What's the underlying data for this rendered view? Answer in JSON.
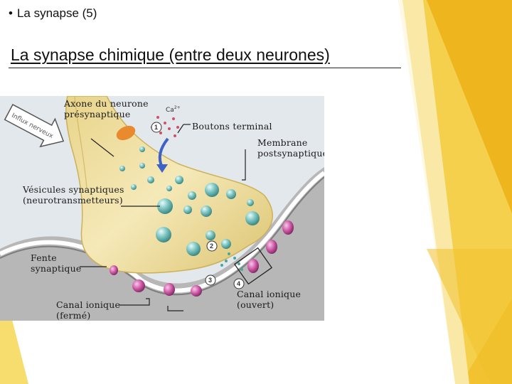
{
  "slide": {
    "bullet": "•",
    "heading": "La synapse (5)",
    "title": "La synapse chimique (entre deux neurones)"
  },
  "figure": {
    "labels": {
      "axone": [
        "Axone du neurone",
        "présynaptique"
      ],
      "boutons": "Boutons terminal",
      "membrane": [
        "Membrane",
        "postsynaptique"
      ],
      "vesicules": [
        "Vésicules synaptiques",
        "(neurotransmetteurs)"
      ],
      "fente": [
        "Fente",
        "synaptique"
      ],
      "canal_ferme": [
        "Canal ionique",
        "(fermé)"
      ],
      "canal_ouvert": [
        "Canal ionique",
        "(ouvert)"
      ]
    },
    "arrow_text": "Influx nerveux",
    "ion": "Ca",
    "ion_charge": "2+",
    "steps": [
      "1",
      "2",
      "3",
      "4"
    ]
  },
  "colors": {
    "accent_yellow": "#f2c230",
    "accent_light": "#f7e089",
    "neuron_fill": "#f1e3a8",
    "membrane_gray": "#9a9a9a",
    "vesicle": "#7fc3c0",
    "channel": "#c84f9e"
  }
}
